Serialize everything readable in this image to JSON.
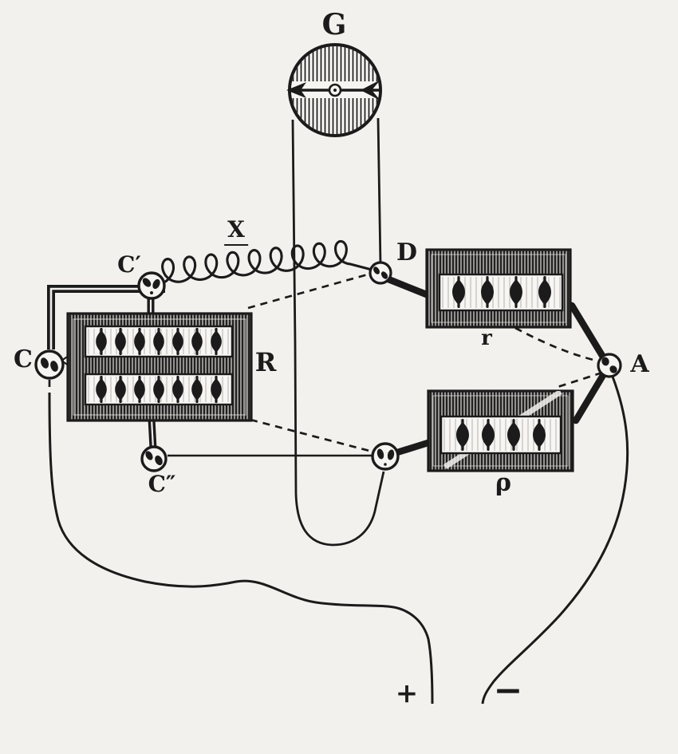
{
  "colors": {
    "paper": "#f2f1ee",
    "ink": "#1b1b1b"
  },
  "labels": {
    "galvanometer": "G",
    "coil": "X",
    "terminal_c_prime": "C′",
    "terminal_c": "C",
    "terminal_c_double_prime": "C″",
    "terminal_d": "D",
    "box_large": "R",
    "box_small": "r",
    "box_rho": "ρ",
    "terminal_a": "A",
    "battery_positive": "+",
    "battery_negative": "−"
  }
}
